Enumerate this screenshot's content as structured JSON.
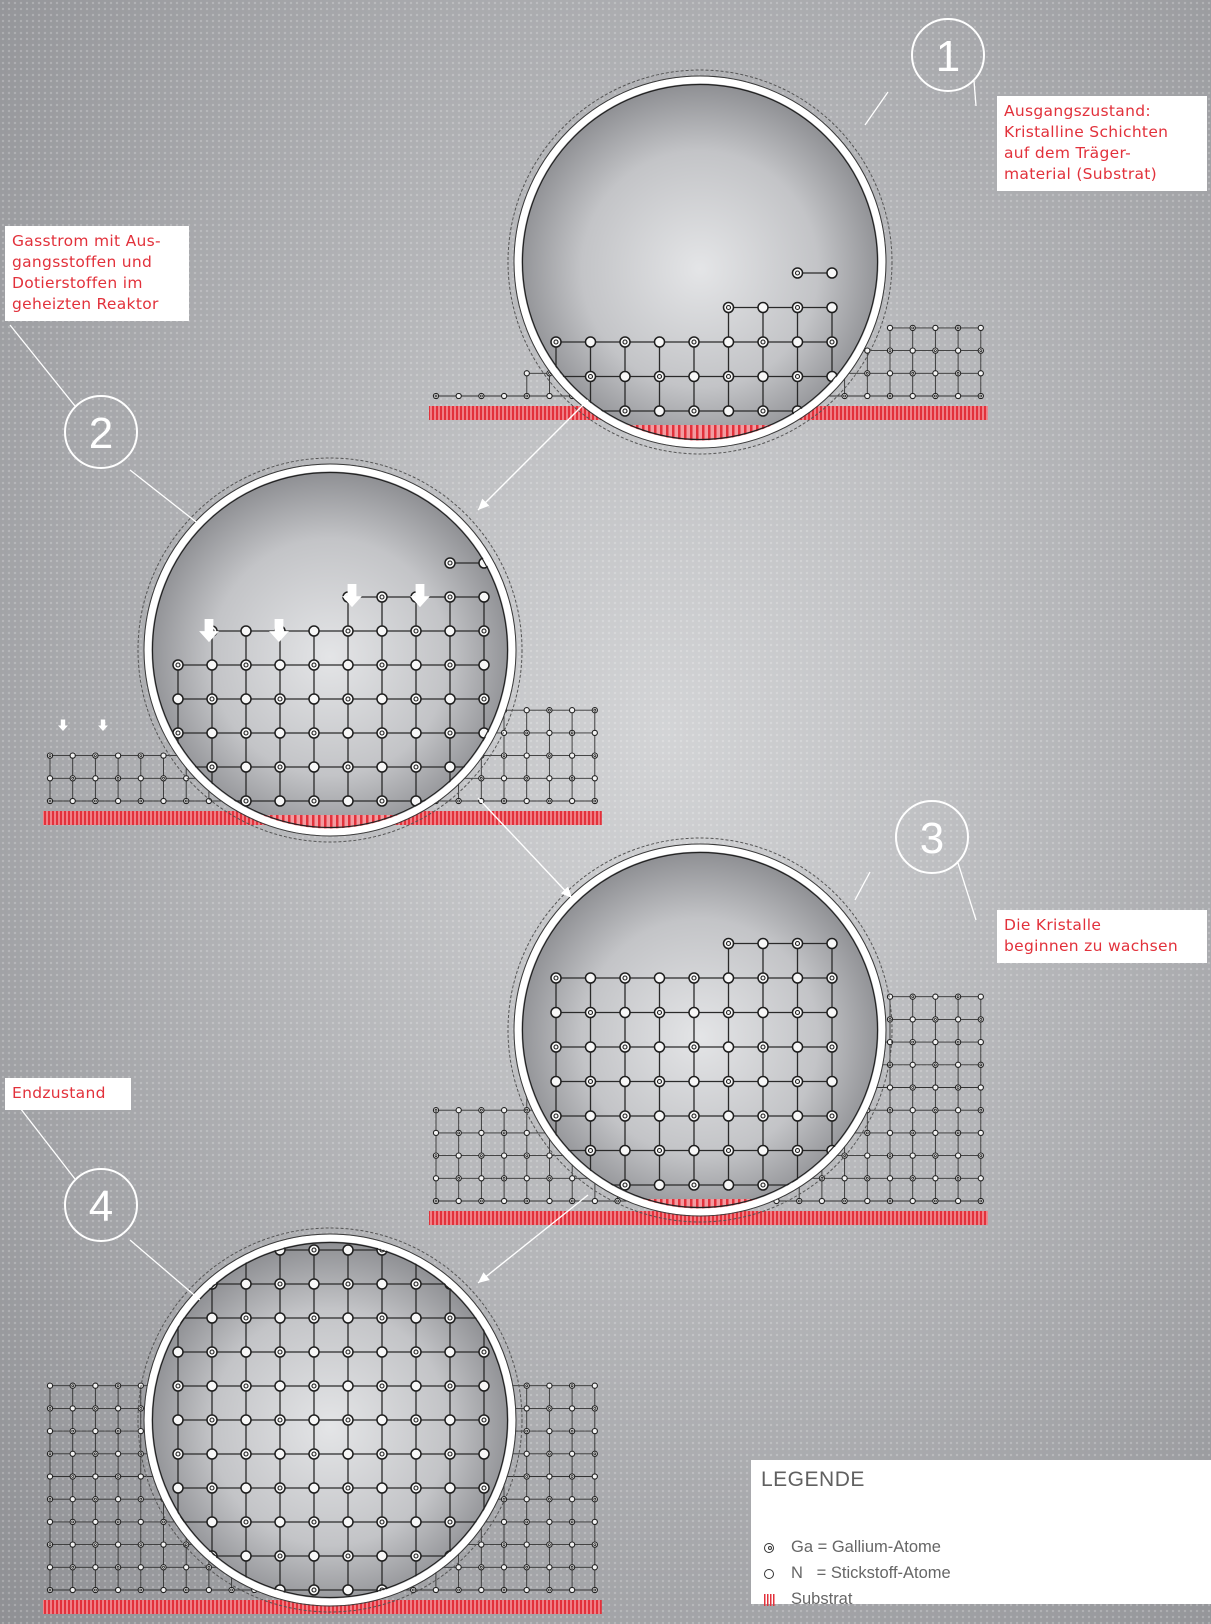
{
  "steps": [
    {
      "number": "1",
      "label": "Ausgangszustand:\nKristalline Schichten\nauf dem Träger-\nmaterial (Substrat)"
    },
    {
      "number": "2",
      "label": "Gasstrom mit Aus-\ngangsstoffen und\nDotierstoffen im\ngeheizten Reaktor"
    },
    {
      "number": "3",
      "label": "Die Kristalle\nbeginnen zu wachsen"
    },
    {
      "number": "4",
      "label": "Endzustand"
    }
  ],
  "legend": {
    "title": "LEGENDE",
    "items": [
      {
        "symbol": "ga-atom-icon",
        "text": "Ga = Gallium-Atome"
      },
      {
        "symbol": "n-atom-icon",
        "text": "N   = Stickstoff-Atome"
      },
      {
        "symbol": "substrate-icon",
        "text": "Substrat"
      }
    ]
  },
  "colors": {
    "accent": "#e2313b",
    "substrate": "#e2313b",
    "atom_outline": "#333333",
    "background": "#b4b5b8",
    "label_box": "#ffffff"
  }
}
